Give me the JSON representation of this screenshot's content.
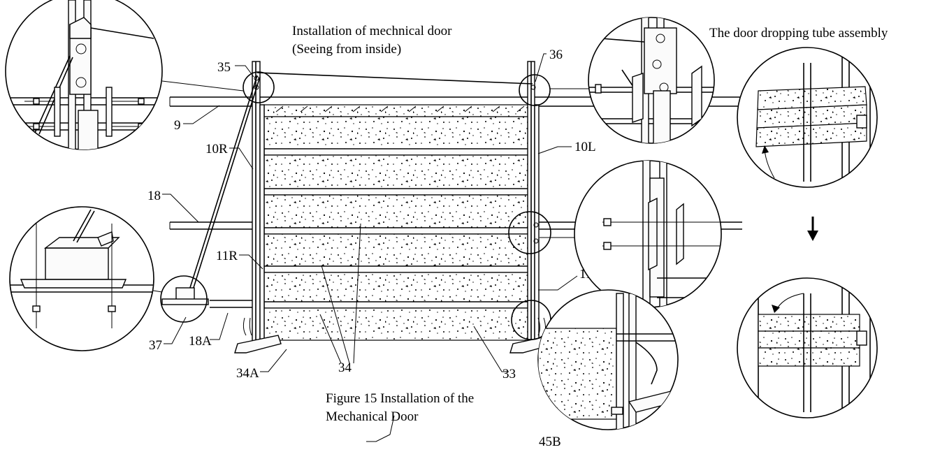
{
  "title": {
    "line1": "Installation of mechnical door",
    "line2": "(Seeing from inside)"
  },
  "tube_title": "The door dropping tube assembly",
  "caption": {
    "line1": "Figure 15 Installation of the",
    "line2": "Mechanical Door"
  },
  "labels": {
    "l35": "35",
    "l36": "36",
    "l9": "9",
    "l10R": "10R",
    "l10L": "10L",
    "l18": "18",
    "l11R": "11R",
    "l11L": "11L",
    "l37": "37",
    "l18A": "18A",
    "l34A": "34A",
    "l34": "34",
    "l33": "33",
    "l45B": "45B"
  },
  "icons": {
    "arrow": "down-arrow-icon"
  }
}
